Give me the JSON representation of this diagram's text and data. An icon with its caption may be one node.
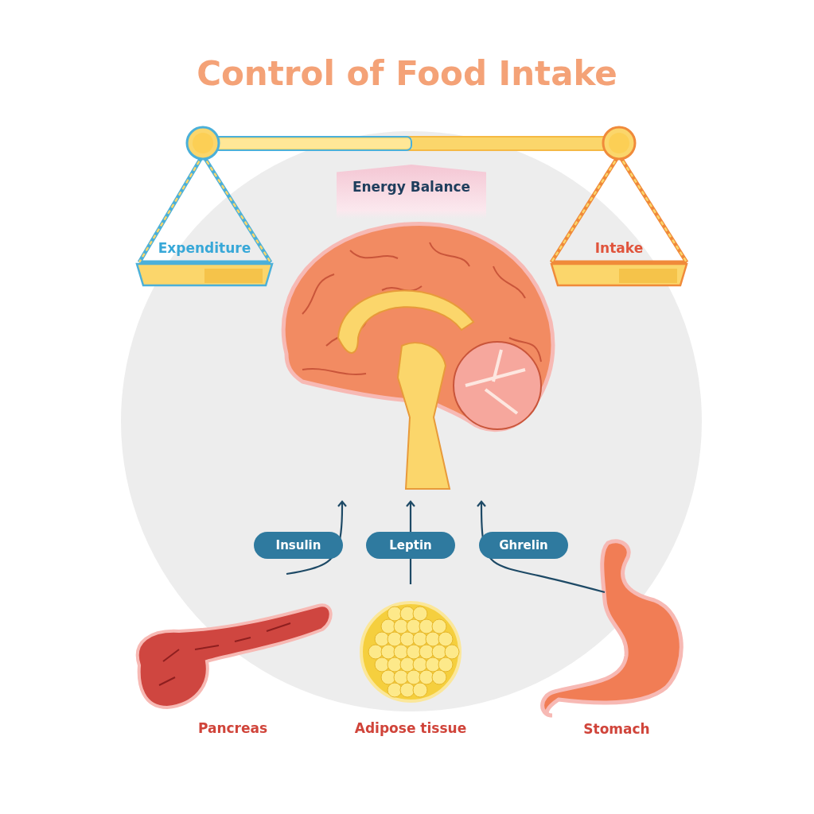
{
  "diagram": {
    "title": "Control of Food Intake",
    "nodes": [
      {
        "text": [
          "Energy Balance"
        ]
      },
      {
        "text": [],
        "shape": "picture"
      },
      {
        "text": [
          "Expenditure"
        ]
      },
      {
        "text": [
          "Intake"
        ]
      },
      {
        "text": [
          "Pancreas"
        ]
      },
      {
        "text": [
          "Adipose tissue"
        ]
      },
      {
        "text": [
          "Stomach"
        ]
      }
    ],
    "edges": [
      {
        "from": 4,
        "to": 1,
        "arrow": "to",
        "label": "Insulin"
      },
      {
        "from": 5,
        "to": 1,
        "arrow": "to",
        "label": "Leptin"
      },
      {
        "from": 6,
        "to": 1,
        "arrow": "to",
        "label": "Ghrelin"
      }
    ]
  }
}
